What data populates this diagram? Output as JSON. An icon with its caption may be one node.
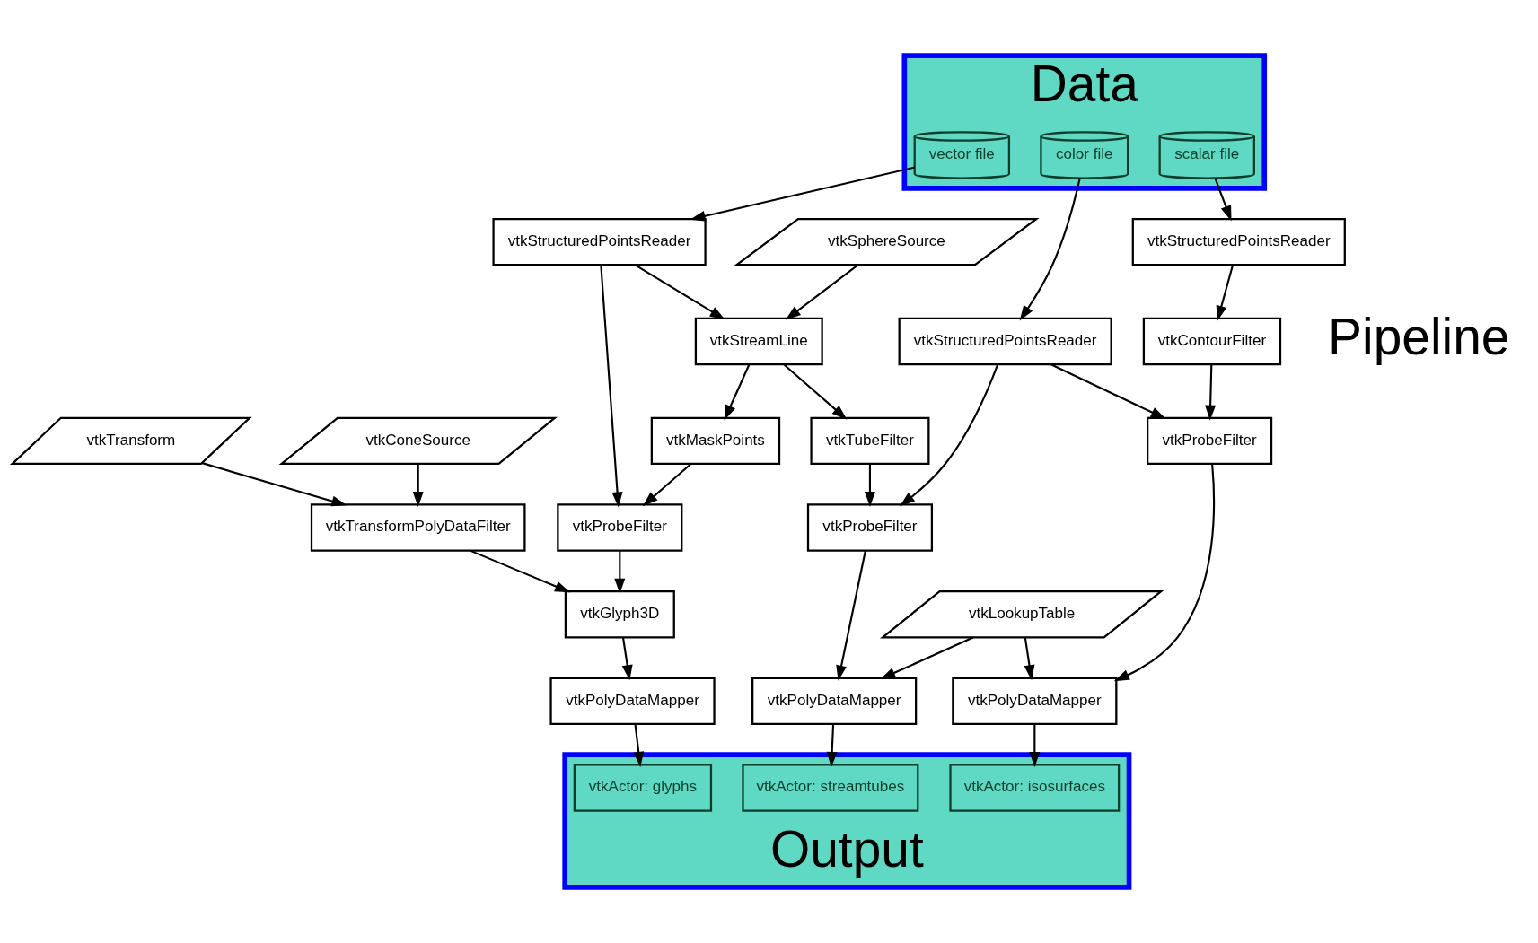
{
  "diagram": {
    "nodes": [
      {
        "text": [
          "Data"
        ]
      },
      {
        "text": [
          "vector file"
        ],
        "in": 0
      },
      {
        "text": [
          "color file"
        ],
        "in": 0
      },
      {
        "text": [
          "scalar file"
        ],
        "in": 0
      },
      {
        "text": [
          "vtkTransform"
        ]
      },
      {
        "text": [
          "vtkConeSource"
        ]
      },
      {
        "text": [
          "vtkTransformPolyDataFilter"
        ]
      },
      {
        "text": [
          "vtkStructuredPointsReader"
        ]
      },
      {
        "text": [
          "vtkStructuredPointsReader"
        ]
      },
      {
        "text": [
          "vtkStructuredPointsReader"
        ]
      },
      {
        "text": [
          "vtkStreamLine"
        ]
      },
      {
        "text": [
          "vtkSphereSource"
        ]
      },
      {
        "text": [
          "vtkContourFilter"
        ]
      },
      {
        "text": [
          "vtkProbeFilter"
        ]
      },
      {
        "text": [
          "vtkMaskPoints"
        ]
      },
      {
        "text": [
          "vtkTubeFilter"
        ]
      },
      {
        "text": [
          "vtkGlyph3D"
        ]
      },
      {
        "text": [
          "vtkProbeFilter"
        ]
      },
      {
        "text": [
          "vtkProbeFilter"
        ]
      },
      {
        "text": [
          "vtkPolyDataMapper"
        ]
      },
      {
        "text": [
          "vtkPolyDataMapper"
        ]
      },
      {
        "text": [
          "vtkLookupTable"
        ]
      },
      {
        "text": [
          "vtkPolyDataMapper"
        ]
      },
      {
        "text": [
          "Output"
        ]
      },
      {
        "text": [
          "vtkActor: glyphs"
        ],
        "in": 23
      },
      {
        "text": [
          "vtkActor: streamtubes"
        ],
        "in": 23
      },
      {
        "text": [
          "vtkActor: isosurfaces"
        ],
        "in": 23
      }
    ],
    "edges": [
      {
        "from": 4,
        "to": 6,
        "arrow": "to"
      },
      {
        "from": 5,
        "to": 6,
        "arrow": "to"
      },
      {
        "from": 1,
        "to": 7,
        "arrow": "to"
      },
      {
        "from": 2,
        "to": 8,
        "arrow": "to"
      },
      {
        "from": 3,
        "to": 9,
        "arrow": "to"
      },
      {
        "from": 6,
        "to": 16,
        "arrow": "to"
      },
      {
        "from": 7,
        "to": 13,
        "arrow": "to"
      },
      {
        "from": 7,
        "to": 10,
        "arrow": "to"
      },
      {
        "from": 11,
        "to": 10,
        "arrow": "to"
      },
      {
        "from": 10,
        "to": 14,
        "arrow": "to"
      },
      {
        "from": 10,
        "to": 15,
        "arrow": "to"
      },
      {
        "from": 14,
        "to": 13,
        "arrow": "to"
      },
      {
        "from": 13,
        "to": 16,
        "arrow": "to"
      },
      {
        "from": 15,
        "to": 17,
        "arrow": "to"
      },
      {
        "from": 8,
        "to": 17,
        "arrow": "to"
      },
      {
        "from": 8,
        "to": 18,
        "arrow": "to"
      },
      {
        "from": 9,
        "to": 12,
        "arrow": "to"
      },
      {
        "from": 12,
        "to": 18,
        "arrow": "to"
      },
      {
        "from": 16,
        "to": 19,
        "arrow": "to"
      },
      {
        "from": 17,
        "to": 20,
        "arrow": "to"
      },
      {
        "from": 18,
        "to": 22,
        "arrow": "to"
      },
      {
        "from": 21,
        "to": 20,
        "arrow": "to"
      },
      {
        "from": 21,
        "to": 22,
        "arrow": "to"
      },
      {
        "from": 19,
        "to": 24,
        "arrow": "to"
      },
      {
        "from": 20,
        "to": 25,
        "arrow": "to"
      },
      {
        "from": 22,
        "to": 26,
        "arrow": "to"
      }
    ],
    "labels": [
      "Pipeline"
    ]
  }
}
